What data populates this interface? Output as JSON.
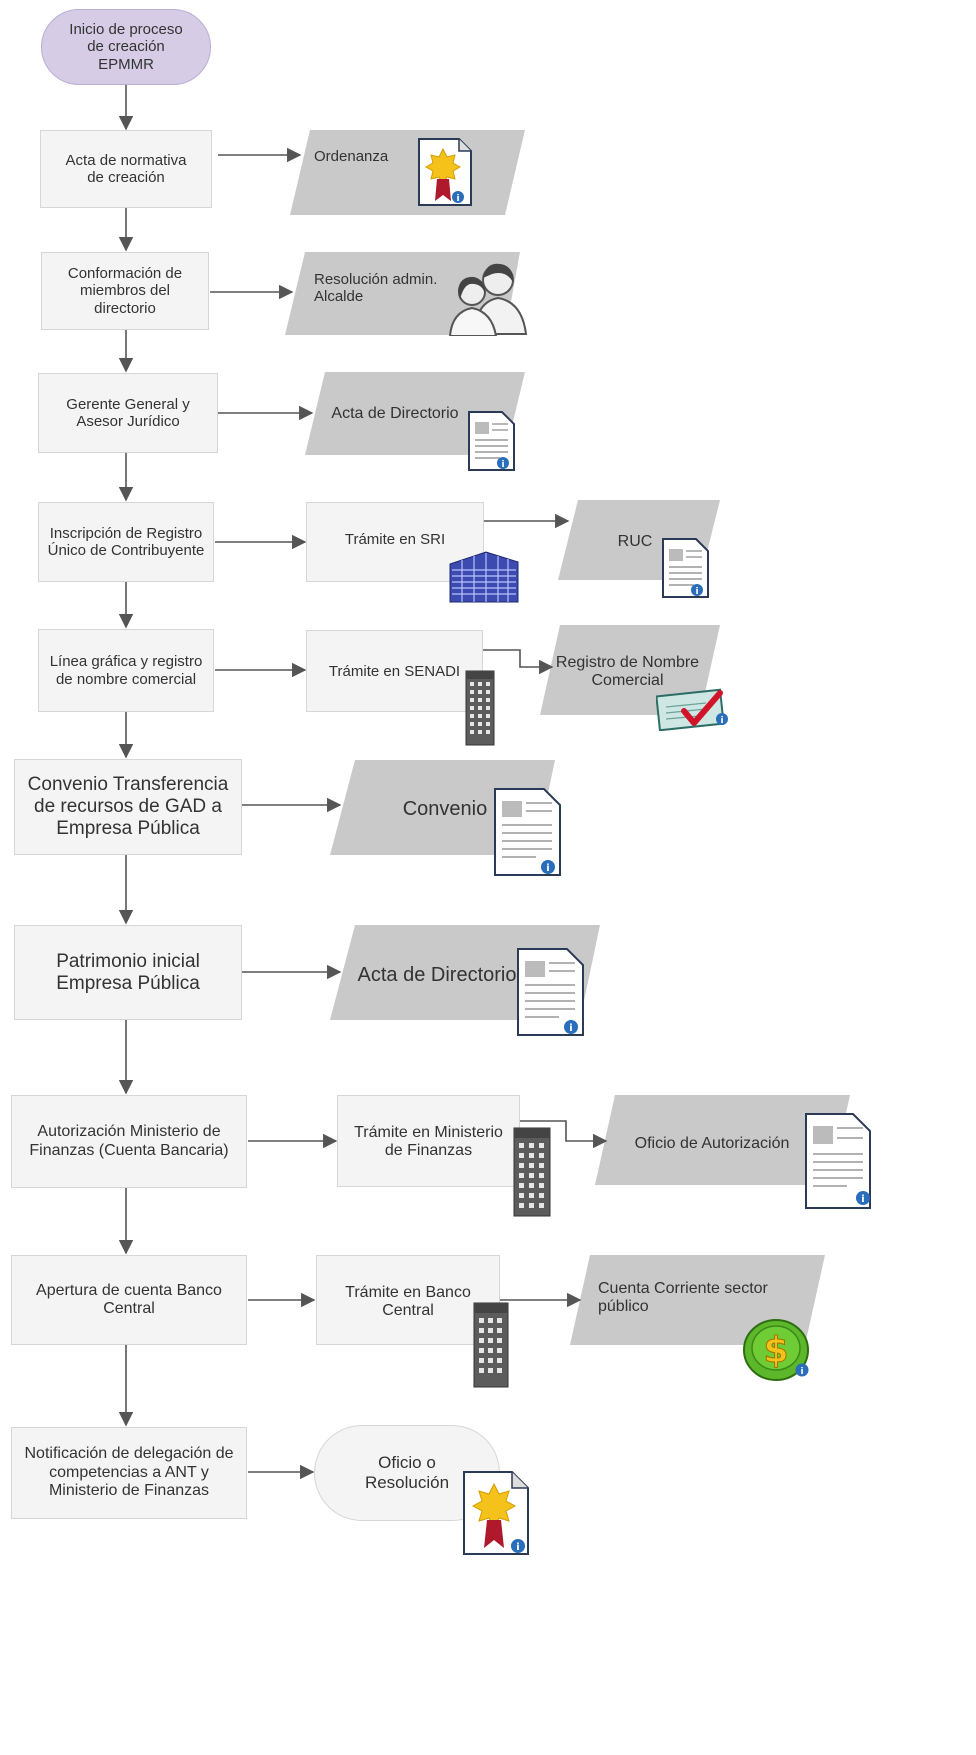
{
  "start": "Inicio de proceso de creación EPMMR",
  "steps": [
    {
      "label": "Acta de normativa de creación",
      "output": "Ordenanza"
    },
    {
      "label": "Conformación de miembros del directorio",
      "output": "Resolución admin. Alcalde"
    },
    {
      "label": "Gerente General y Asesor Jurídico",
      "output": "Acta de Directorio"
    },
    {
      "label": "Inscripción de Registro Único de Contribuyente",
      "process": "Trámite en SRI",
      "output": "RUC"
    },
    {
      "label": "Línea gráfica y registro de nombre comercial",
      "process": "Trámite en SENADI",
      "output": "Registro de Nombre Comercial"
    },
    {
      "label": "Convenio Transferencia de recursos de GAD a Empresa Pública",
      "output": "Convenio"
    },
    {
      "label": "Patrimonio inicial Empresa Pública",
      "output": "Acta de Directorio"
    },
    {
      "label": "Autorización Ministerio de Finanzas (Cuenta Bancaria)",
      "process": "Trámite en Ministerio de Finanzas",
      "output": "Oficio de Autorización"
    },
    {
      "label": "Apertura de cuenta Banco Central",
      "process": "Trámite en Banco Central",
      "output": "Cuenta Corriente sector público"
    },
    {
      "label": "Notificación de delegación de competencias a ANT y Ministerio de Finanzas",
      "output": "Oficio o Resolución"
    }
  ],
  "icons": [
    "certificate-icon",
    "people-icon",
    "document-icon",
    "document-icon",
    "skyscraper-icon",
    "document-icon",
    "building-icon",
    "check-card-icon",
    "document-icon",
    "document-icon",
    "building-icon",
    "document-icon",
    "building-icon",
    "dollar-coin-icon",
    "certificate-icon",
    "info-icon"
  ],
  "colors": {
    "start_fill": "#d6cce6",
    "box_fill": "#f4f4f4",
    "data_fill": "#c8c8c8",
    "arrow": "#555555",
    "info": "#2a6ebb"
  }
}
